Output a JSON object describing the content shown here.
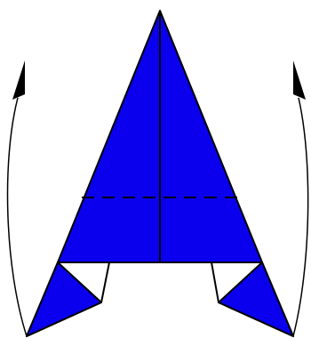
{
  "diagram": {
    "kind": "origami-fold-instruction",
    "colors": {
      "paper_color_side": "#0a00ee",
      "paper_white_side": "#ffffff",
      "outline": "#000000",
      "background": "#ffffff"
    },
    "parts": [
      "main-triangle",
      "left-flap",
      "right-flap",
      "center-crease",
      "valley-fold-dashed-line",
      "left-fold-arrow",
      "right-fold-arrow"
    ]
  }
}
